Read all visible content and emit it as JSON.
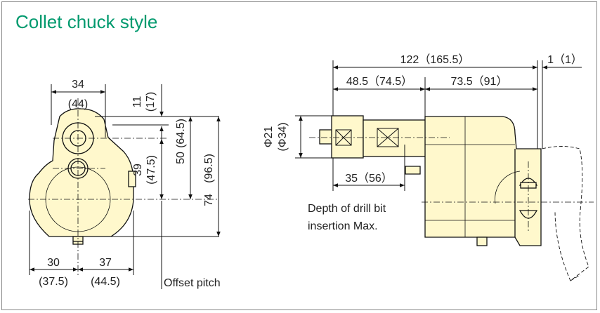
{
  "title": "Collet chuck style",
  "colors": {
    "title": "#009a6e",
    "body_fill": "#fff8cc",
    "line": "#111111",
    "frame": "#8a8a8a"
  },
  "front_view": {
    "dim_top_width": "34",
    "dim_top_width_alt": "(44)",
    "dim_offset_a": "11",
    "dim_offset_a_alt": "(17)",
    "dim_center_height": "39",
    "dim_center_height_alt": "(47.5)",
    "dim_height_50": "50",
    "dim_height_50_alt": "(64.5)",
    "dim_total_height": "74",
    "dim_total_height_alt": "(96.5)",
    "dim_bottom_left": "30",
    "dim_bottom_left_alt": "(37.5)",
    "dim_bottom_right": "37",
    "dim_bottom_right_alt": "(44.5)",
    "offset_pitch_label": "Offset pitch"
  },
  "side_view": {
    "dim_total_length": "122（165.5）",
    "dim_tail": "1（1）",
    "dim_front": "48.5（74.5）",
    "dim_body": "73.5（91）",
    "dim_diameter": "Φ21",
    "dim_diameter_alt": "(Φ34)",
    "dim_insertion": "35（56）",
    "note_line1": "Depth of drill bit",
    "note_line2": "insertion Max."
  }
}
